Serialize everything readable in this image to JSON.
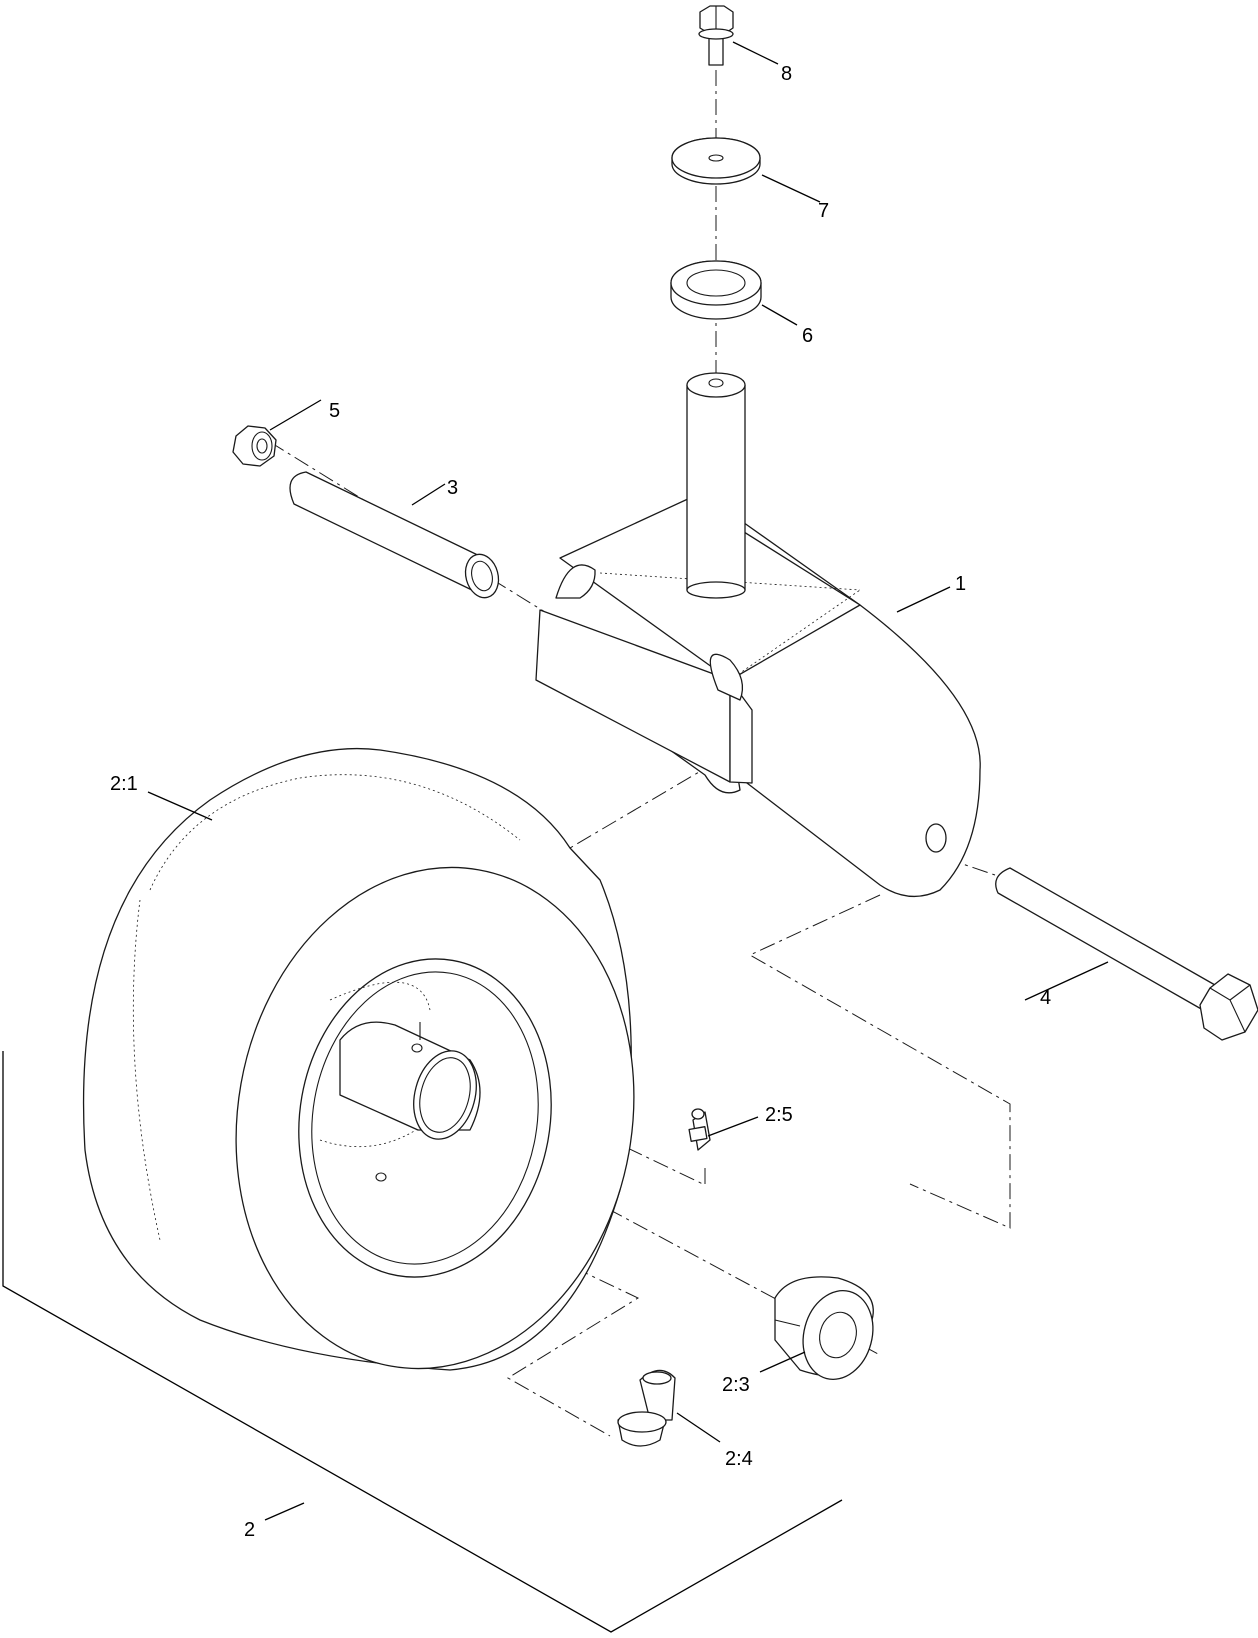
{
  "callouts": {
    "bracket": "1",
    "wheel_assembly": "2",
    "tire": "2:1",
    "bearing": "2:3",
    "valve_stem": "2:4",
    "grease_fitting": "2:5",
    "spacer": "3",
    "axle_bolt": "4",
    "locknut": "5",
    "thrust_washer": "6",
    "flat_washer": "7",
    "flange_bolt": "8"
  }
}
